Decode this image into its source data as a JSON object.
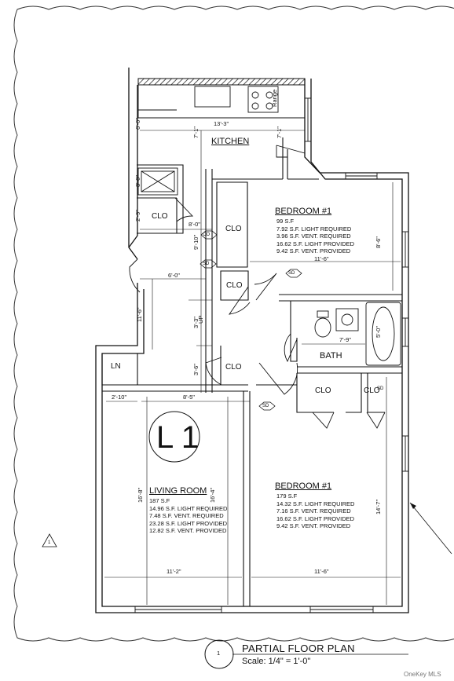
{
  "rooms": {
    "kitchen": "KITCHEN",
    "bedroom_top": "BEDROOM #1",
    "bedroom_bottom": "BEDROOM #1",
    "living": "LIVING ROOM",
    "bath": "BATH",
    "ln": "LN"
  },
  "closets": {
    "c1": "CLO",
    "c2": "CLO",
    "c3": "CLO",
    "c4": "CLO",
    "c5": "CLO",
    "c6": "CLO"
  },
  "notes": {
    "bedroom_top": "99 S.F\n7.92 S.F. LIGHT REQUIRED\n3.96 S.F. VENT. REQUIRED\n16.62 S.F. LIGHT PROVIDED\n9.42 S.F. VENT. PROVIDED",
    "bedroom_bottom": "179 S.F\n14.32 S.F. LIGHT REQUIRED\n7.16 S.F. VENT. REQUIRED\n16.62 S.F. LIGHT PROVIDED\n9.42 S.F. VENT. PROVIDED",
    "living": "187 S.F\n14.96 S.F. LIGHT REQUIRED\n7.48 S.F. VENT. REQUIRED\n23.28 S.F. LIGHT PROVIDED\n12.82 S.F. VENT. PROVIDED"
  },
  "dimensions": {
    "kitchen_width": "13'-3\"",
    "kitchen_left": "7'-1\"",
    "kitchen_right": "7'-1\"",
    "kitchen_depth": "6'-0\"",
    "hall_3": "3'-0\"",
    "clo_2_9": "2'-9\"",
    "clo_8_0": "8'-0\"",
    "hall_9_10": "9'-10\"",
    "hall_6_0": "6'-0\"",
    "hall_11_6": "11'-6\"",
    "hall_3_3": "3'-3\"",
    "hall_3_6": "3'-6\"",
    "br_top_depth": "8'-6\"",
    "br_top_width": "11'-6\"",
    "bath_width": "7'-9\"",
    "bath_depth": "5'-0\"",
    "ln_2_10": "2'-10\"",
    "hall_8_5": "8'-5\"",
    "living_16_8": "16'-8\"",
    "living_16_4": "16'-4\"",
    "living_width": "11'-2\"",
    "br_bottom_width": "11'-6\"",
    "br_bottom_depth": "14'-7\""
  },
  "tags": {
    "co": "CO",
    "sd1": "SD",
    "sd2": "SD",
    "sd3": "SD",
    "sd4": "SD",
    "up": "UP",
    "range": "Range",
    "marker": "1"
  },
  "unit_label": "L 1",
  "title_block": {
    "number": "1",
    "title": "PARTIAL FLOOR PLAN",
    "scale": "Scale: 1/4\" = 1'-0\""
  },
  "watermark": "OneKey MLS"
}
